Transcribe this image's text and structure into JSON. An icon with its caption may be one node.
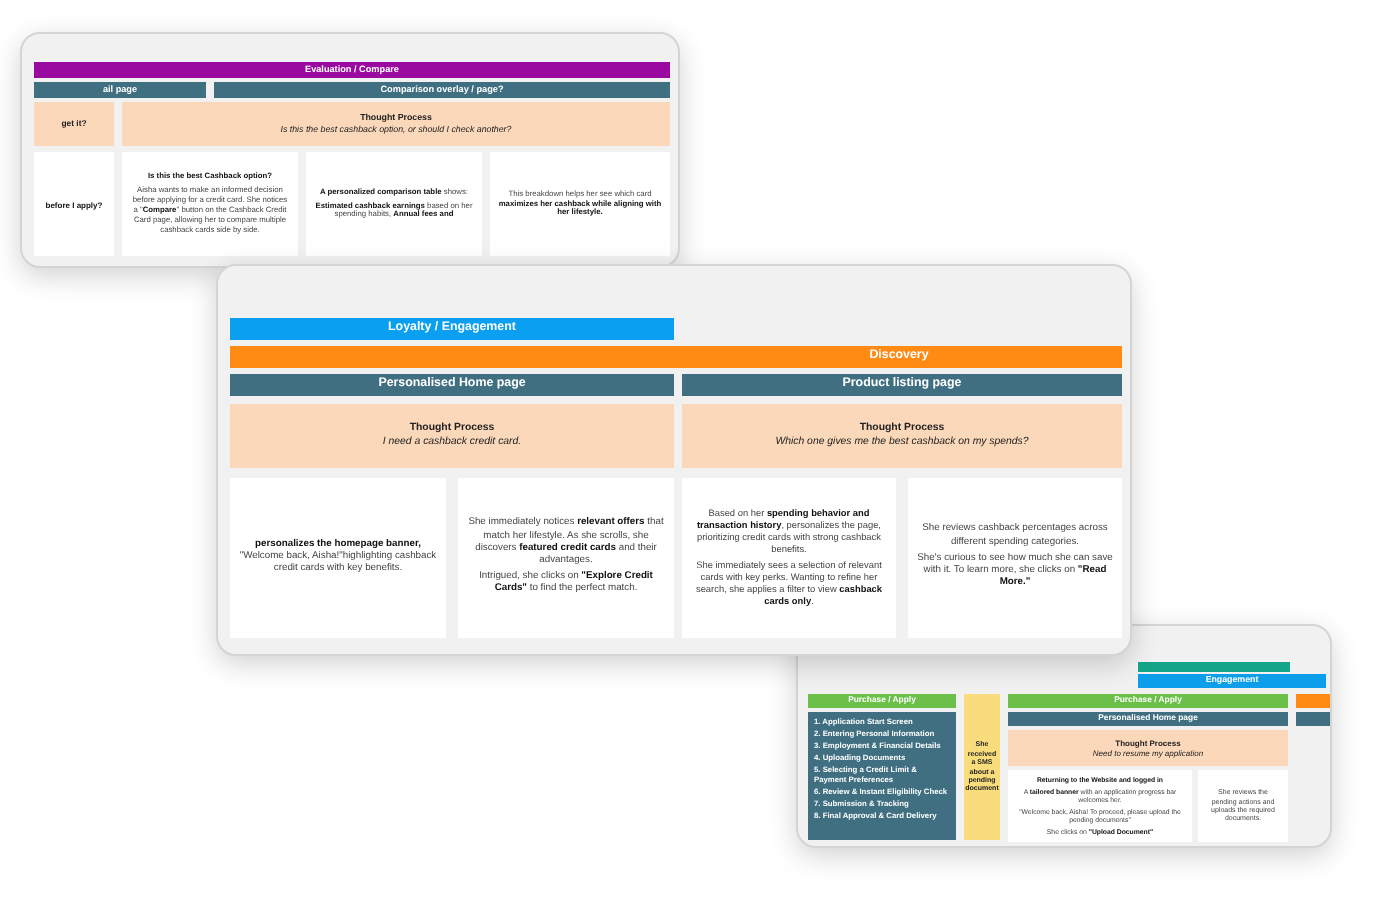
{
  "diagram": {
    "nodes": [
      {
        "text": [],
        "shape": "box"
      },
      {
        "text": [
          "Evaluation / Compare"
        ],
        "in": 0
      },
      {
        "text": [
          "ail page"
        ],
        "in": 0
      },
      {
        "text": [
          "Comparison overlay / page?"
        ],
        "in": 0
      },
      {
        "text": [
          "get it?"
        ],
        "in": 0
      },
      {
        "text": [
          "Thought Process",
          "Is this the best cashback option, or should I check another?"
        ],
        "in": 0
      },
      {
        "text": [
          "before I apply?"
        ],
        "in": 0
      },
      {
        "text": [
          "Is this the best Cashback option?",
          "Aisha wants to make an informed decision before applying for a credit card. She notices a \"**Compare**\" button on the Cashback Credit Card page, allowing her to compare multiple cashback cards side by side."
        ],
        "in": 0
      },
      {
        "text": [
          "**A personalized comparison table** shows:",
          "**Estimated cashback earnings** based on her spending habits, **Annual fees and**"
        ],
        "in": 0
      },
      {
        "text": [
          "This breakdown helps her see which card **maximizes her cashback while aligning with her lifestyle.**"
        ],
        "in": 0
      },
      {
        "text": [],
        "shape": "box"
      },
      {
        "text": [
          "Loyalty / Engagement"
        ],
        "in": 10
      },
      {
        "text": [
          "Discovery"
        ],
        "in": 10
      },
      {
        "text": [
          "Personalised Home page"
        ],
        "in": 10
      },
      {
        "text": [
          "Product listing page"
        ],
        "in": 10
      },
      {
        "text": [
          "Thought Process",
          "I need a cashback credit card."
        ],
        "in": 10
      },
      {
        "text": [
          "Thought Process",
          "Which one gives me the best cashback on my spends?"
        ],
        "in": 10
      },
      {
        "text": [
          "**personalizes the homepage banner,** \"Welcome back, Aisha!\"highlighting cashback credit cards with key benefits."
        ],
        "in": 10
      },
      {
        "text": [
          "She immediately notices **relevant offers** that match her lifestyle. As she scrolls, she discovers **featured credit cards** and their advantages.",
          "Intrigued, she clicks on **\"Explore Credit Cards\"** to find the perfect match."
        ],
        "in": 10
      },
      {
        "text": [
          "Based on her **spending behavior and transaction history**, personalizes the page, prioritizing credit cards with strong cashback benefits.",
          "She immediately sees a selection of relevant cards with key perks. Wanting to refine her search, she applies a filter to view **cashback cards only**."
        ],
        "in": 10
      },
      {
        "text": [
          "She reviews cashback percentages across different spending categories.",
          "She's curious to see how much she can save with it. To learn more, she clicks on **\"Read More.\"**"
        ],
        "in": 10
      },
      {
        "text": [],
        "shape": "box"
      },
      {
        "text": [],
        "shape": "bar",
        "in": 21
      },
      {
        "text": [
          "Engagement"
        ],
        "in": 21
      },
      {
        "text": [
          "Purchase / Apply"
        ],
        "in": 21
      },
      {
        "text": [
          "1. Application Start Screen",
          "2. Entering Personal Information",
          "3. Employment & Financial Details",
          "4. Uploading Documents",
          "5. Selecting a Credit Limit & Payment Preferences",
          "6. Review & Instant Eligibility Check",
          "7. Submission & Tracking",
          "8. Final Approval & Card Delivery"
        ],
        "in": 21
      },
      {
        "text": [
          "She received a SMS about a pending document"
        ],
        "in": 21
      },
      {
        "text": [
          "Purchase / Apply"
        ],
        "in": 21
      },
      {
        "text": [
          "Personalised Home page"
        ],
        "in": 21
      },
      {
        "text": [
          "Thought Process",
          "Need to resume my application"
        ],
        "in": 21
      },
      {
        "text": [
          "Returning to the Website and logged in",
          "A **tailored banner** with an application progress bar welcomes her.",
          "\"Welcome back, Aisha! To proceed, please upload the pending documents\"",
          "She clicks on **\"Upload Document\"**"
        ],
        "in": 21
      },
      {
        "text": [
          "She reviews the pending actions and uploads the required documents."
        ],
        "in": 21
      },
      {
        "text": [],
        "shape": "bar",
        "in": 21
      },
      {
        "text": [],
        "shape": "bar",
        "in": 21
      }
    ]
  }
}
